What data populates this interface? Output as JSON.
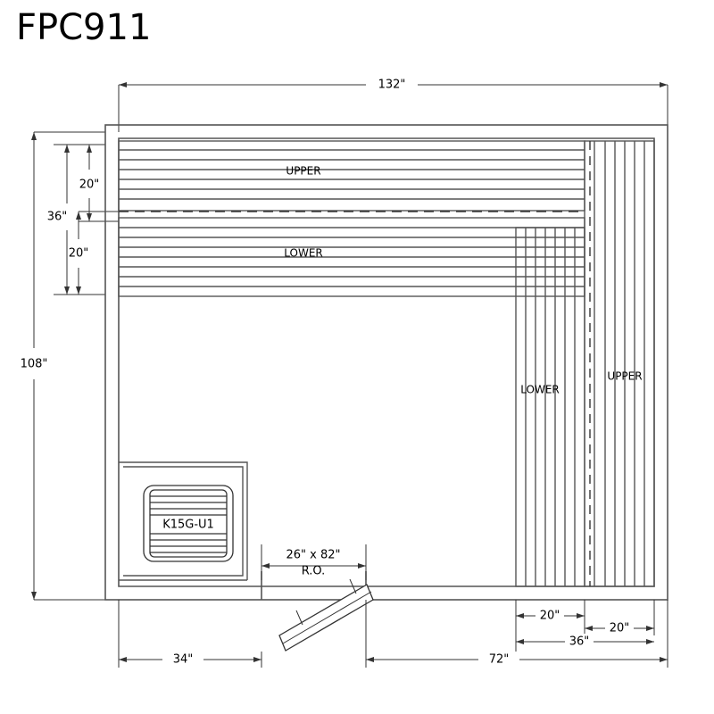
{
  "title": "FPC911",
  "drawing": {
    "type": "sauna-floor-plan",
    "units": "inches"
  },
  "dimensions": {
    "top_overall": "132\"",
    "left_overall": "108\"",
    "left_upper_bench": "20\"",
    "left_bench_total": "36\"",
    "left_lower_bench": "20\"",
    "bottom_left": "34\"",
    "bottom_right": "72\"",
    "bottom_right_lower": "20\"",
    "bottom_right_upper": "20\"",
    "bottom_right_total": "36\""
  },
  "labels": {
    "horizontal_upper": "UPPER",
    "horizontal_lower": "LOWER",
    "vertical_lower": "LOWER",
    "vertical_upper": "UPPER",
    "heater": "K15G-U1",
    "door_size": "26\" x 82\"",
    "door_ro": "R.O."
  },
  "colors": {
    "line": "#333333",
    "wall": "#555555",
    "text": "#000000",
    "background": "#ffffff"
  }
}
